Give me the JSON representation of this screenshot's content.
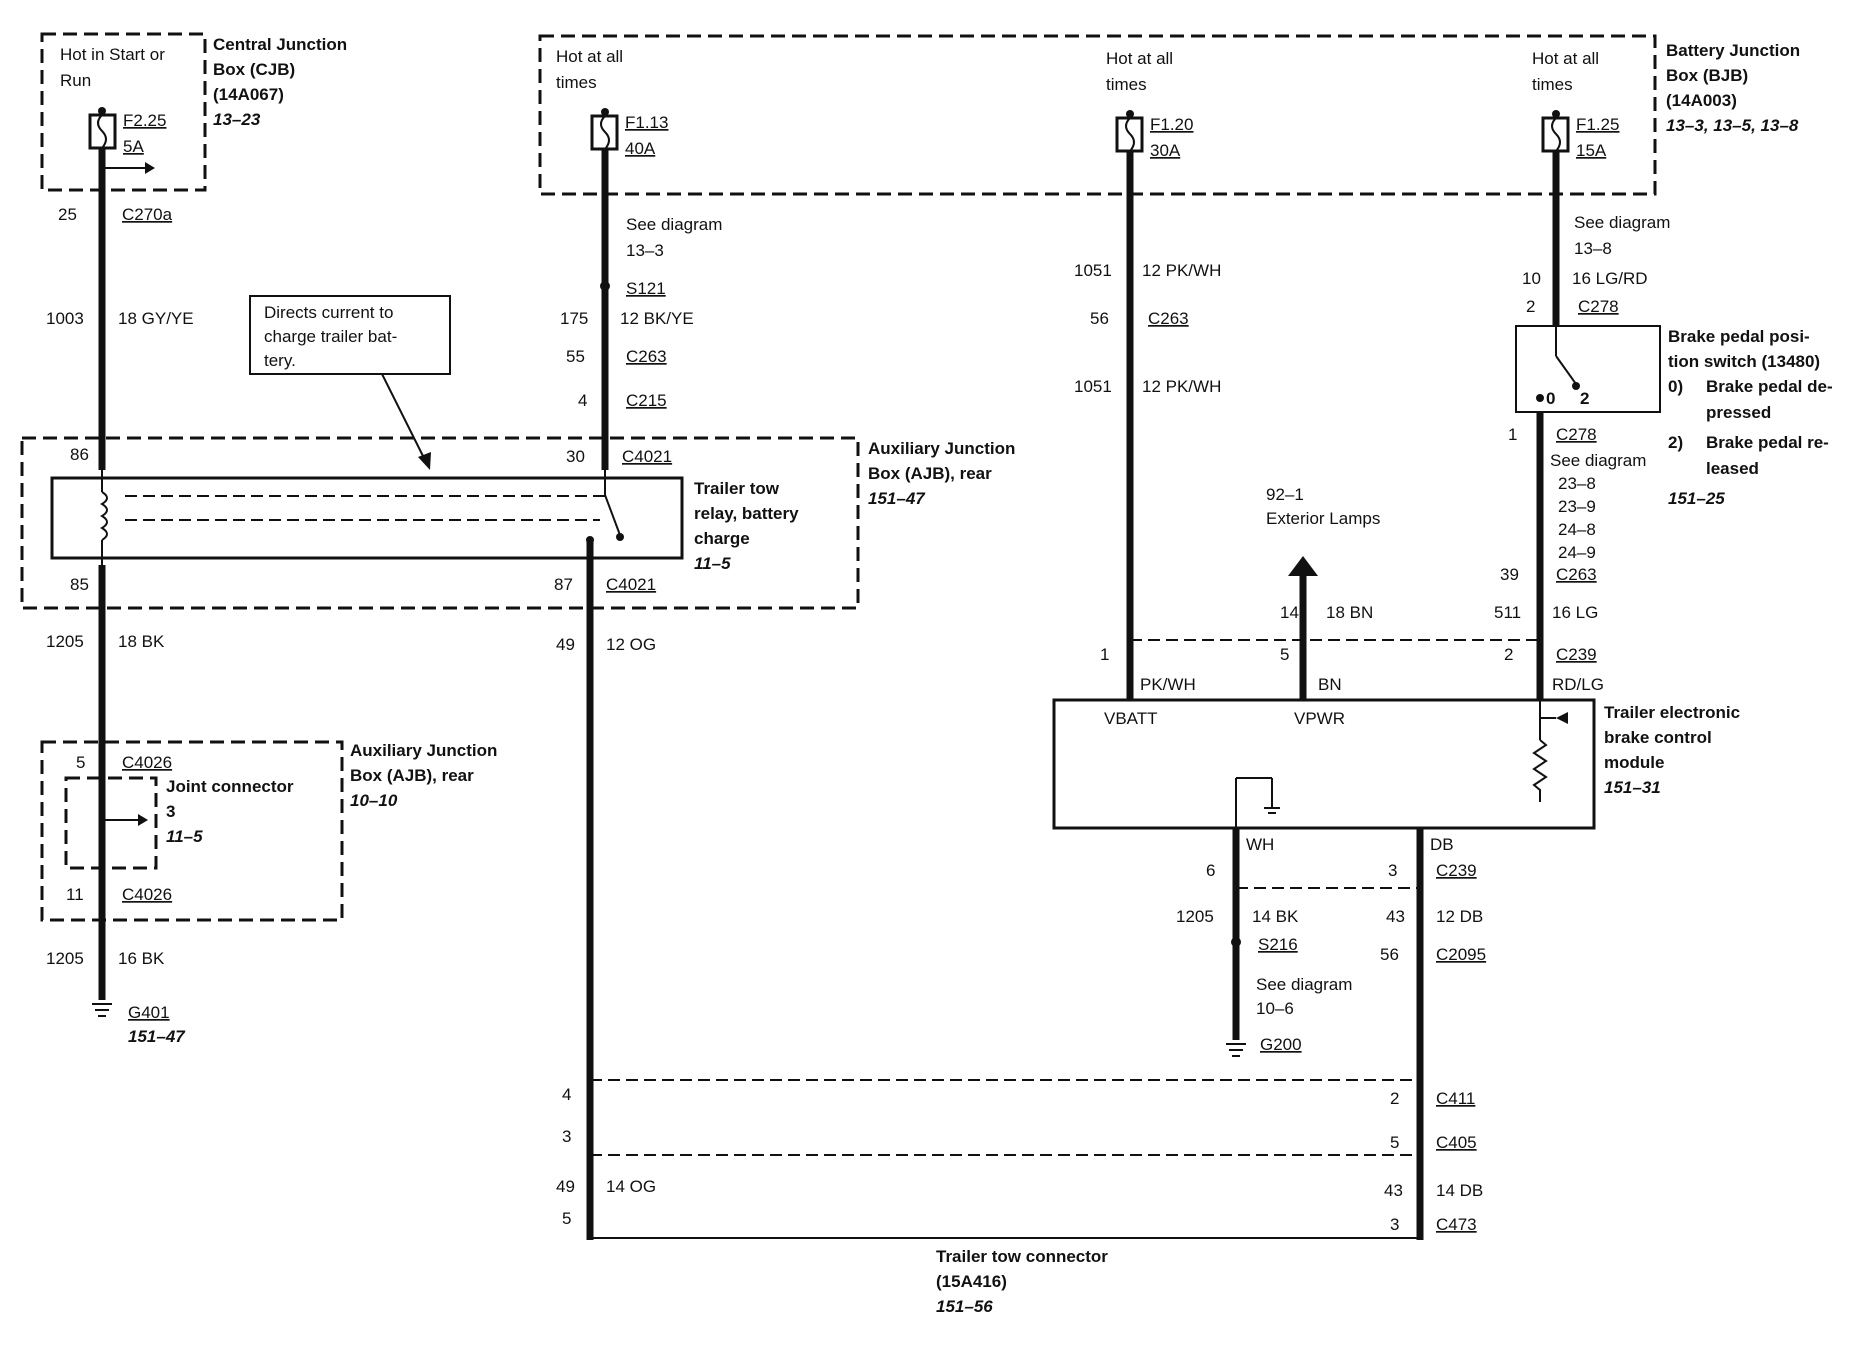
{
  "cjb": {
    "hot_l1": "Hot in Start or",
    "hot_l2": "Run",
    "fuse": "F2.25",
    "amp": "5A",
    "name_l1": "Central Junction",
    "name_l2": "Box (CJB)",
    "name_l3": "(14A067)",
    "ref": "13–23"
  },
  "left_wire": {
    "pin_top": "25",
    "conn_top": "C270a",
    "circuit_top": "1003",
    "wire_top": "18 GY/YE",
    "pin86": "86",
    "pin85": "85",
    "circuit_mid": "1205",
    "wire_mid": "18 BK",
    "pin5": "5",
    "c4026a": "C4026",
    "pin11": "11",
    "c4026b": "C4026",
    "circuit_bot": "1205",
    "wire_bot": "16 BK",
    "ground": "G401",
    "ground_ref": "151–47"
  },
  "note": {
    "l1": "Directs current to",
    "l2": "charge trailer bat-",
    "l3": "tery."
  },
  "ajb_top": {
    "name_l1": "Auxiliary Junction",
    "name_l2": "Box (AJB), rear",
    "ref": "151–47",
    "relay_l1": "Trailer tow",
    "relay_l2": "relay, battery",
    "relay_l3": "charge",
    "relay_ref": "11–5",
    "pin30": "30",
    "c4021a": "C4021",
    "pin87": "87",
    "c4021b": "C4021"
  },
  "ajb_bot": {
    "name_l1": "Auxiliary Junction",
    "name_l2": "Box (AJB), rear",
    "ref": "10–10",
    "jc_l1": "Joint connector",
    "jc_l2": "3",
    "jc_ref": "11–5"
  },
  "bjb": {
    "hot1_l1": "Hot at all",
    "hot1_l2": "times",
    "hot2_l1": "Hot at all",
    "hot2_l2": "times",
    "hot3_l1": "Hot at all",
    "hot3_l2": "times",
    "f1": "F1.13",
    "a1": "40A",
    "f2": "F1.20",
    "a2": "30A",
    "f3": "F1.25",
    "a3": "15A",
    "name_l1": "Battery Junction",
    "name_l2": "Box (BJB)",
    "name_l3": "(14A003)",
    "ref": "13–3, 13–5, 13–8"
  },
  "w_f113": {
    "see_l1": "See diagram",
    "see_l2": "13–3",
    "splice": "S121",
    "circuit": "175",
    "wire": "12 BK/YE",
    "pin55": "55",
    "c263": "C263",
    "pin4": "4",
    "c215": "C215",
    "circuit_og": "49",
    "wire_og": "12 OG"
  },
  "w_f120": {
    "circuit1": "1051",
    "wire1": "12 PK/WH",
    "pin56": "56",
    "c263": "C263",
    "circuit2": "1051",
    "wire2": "12 PK/WH"
  },
  "w_f125": {
    "see_l1": "See diagram",
    "see_l2": "13–8",
    "circuit": "10",
    "wire": "16 LG/RD",
    "pin2": "2",
    "c278a": "C278",
    "pin1": "1",
    "c278b": "C278",
    "see2": "See diagram",
    "refs": [
      "23–8",
      "23–9",
      "24–8",
      "24–9"
    ],
    "pin39": "39",
    "c263": "C263",
    "circuit2": "511",
    "wire2": "16 LG"
  },
  "bpp": {
    "name_l1": "Brake pedal posi-",
    "name_l2": "tion switch (13480)",
    "s0_num": "0)",
    "s0_l1": "Brake pedal de-",
    "s0_l2": "pressed",
    "s2_num": "2)",
    "s2_l1": "Brake pedal re-",
    "s2_l2": "leased",
    "ref": "151–25",
    "p0": "0",
    "p2": "2"
  },
  "lamps": {
    "l1": "92–1",
    "l2": "Exterior Lamps",
    "circuit": "14",
    "wire": "18 BN"
  },
  "module": {
    "pin1": "1",
    "pin5": "5",
    "pin2": "2",
    "c239": "C239",
    "pkwh": "PK/WH",
    "bn": "BN",
    "rdlg": "RD/LG",
    "vbatt": "VBATT",
    "vpwr": "VPWR",
    "name_l1": "Trailer electronic",
    "name_l2": "brake control",
    "name_l3": "module",
    "ref": "151–31",
    "wh": "WH",
    "db": "DB"
  },
  "module_out": {
    "pin6": "6",
    "pin3": "3",
    "c239": "C239",
    "circuit_bk": "1205",
    "wire_bk": "14 BK",
    "splice": "S216",
    "see_l1": "See diagram",
    "see_l2": "10–6",
    "ground": "G200",
    "circuit_db": "43",
    "wire_db": "12 DB",
    "pin56": "56",
    "c2095": "C2095"
  },
  "ttc": {
    "pin4": "4",
    "pin3": "3",
    "circuit_og": "49",
    "wire_og": "14 OG",
    "pin5": "5",
    "pin2r": "2",
    "c411": "C411",
    "pin5r": "5",
    "c405": "C405",
    "circuit_db": "43",
    "wire_db": "14 DB",
    "pin3r": "3",
    "c473": "C473",
    "name_l1": "Trailer tow connector",
    "name_l2": "(15A416)",
    "ref": "151–56"
  }
}
